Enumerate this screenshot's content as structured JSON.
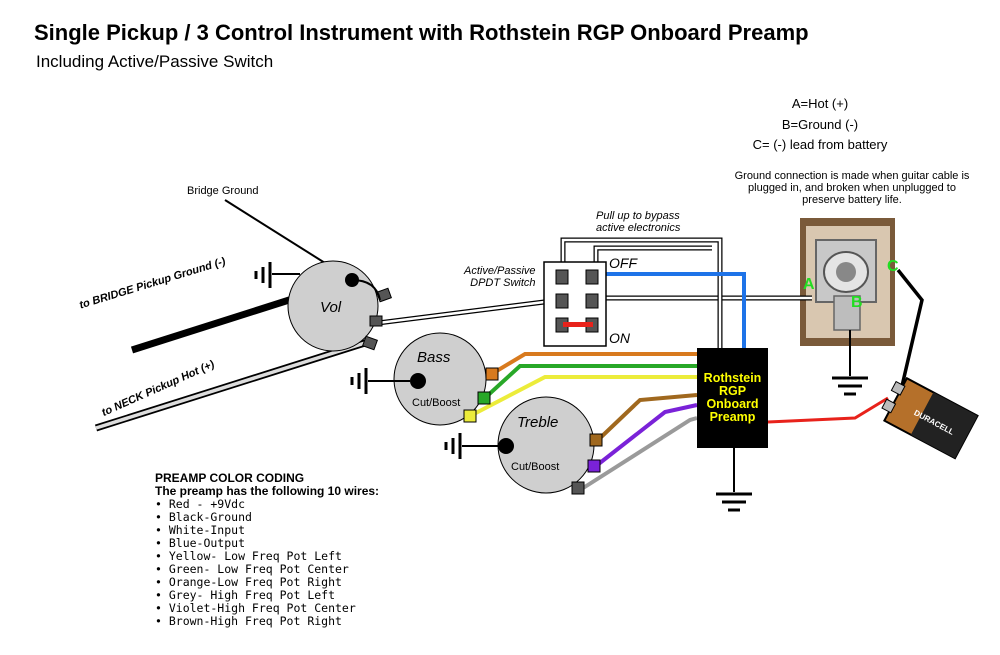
{
  "title": "Single Pickup / 3 Control Instrument with Rothstein RGP Onboard Preamp",
  "subtitle": "Including Active/Passive Switch",
  "jack_legend": {
    "a": "A=Hot (+)",
    "b": "B=Ground (-)",
    "c": "C= (-) lead from battery"
  },
  "ground_note": "Ground connection is made when guitar cable is plugged in, and broken when unplugged to preserve battery life.",
  "labels": {
    "bridge_ground": "Bridge Ground",
    "bypass_line1": "Pull up to bypass",
    "bypass_line2": "active electronics",
    "switch_line1": "Active/Passive",
    "switch_line2": "DPDT Switch",
    "off": "OFF",
    "on": "ON",
    "bridge_pickup": "to BRIDGE Pickup Ground (-)",
    "neck_pickup": "to NECK Pickup Hot (+)",
    "jack_a": "A",
    "jack_b": "B",
    "jack_c": "C"
  },
  "pots": {
    "vol": "Vol",
    "bass": "Bass",
    "bass_sub": "Cut/Boost",
    "treble": "Treble",
    "treble_sub": "Cut/Boost"
  },
  "preamp": {
    "line1": "Rothstein",
    "line2": "RGP",
    "line3": "Onboard",
    "line4": "Preamp"
  },
  "battery_brand": "DURACELL",
  "color_coding": {
    "heading1": "PREAMP COLOR CODING",
    "heading2": "The preamp has the following 10 wires:",
    "wires": [
      "• Red - +9Vdc",
      "• Black-Ground",
      "• White-Input",
      "• Blue-Output",
      "• Yellow- Low Freq Pot Left",
      "• Green- Low Freq Pot Center",
      "• Orange-Low Freq Pot Right",
      "• Grey- High Freq Pot Left",
      "• Violet-High Freq Pot Center",
      "• Brown-High Freq Pot Right"
    ]
  },
  "wire_colors": {
    "red": "#e8221b",
    "blue": "#1e73e8",
    "yellow": "#ecec3a",
    "green": "#28a828",
    "orange": "#d87a1e",
    "grey": "#9a9a9a",
    "violet": "#7a22d8",
    "brown": "#a0681e",
    "black": "#000000"
  }
}
